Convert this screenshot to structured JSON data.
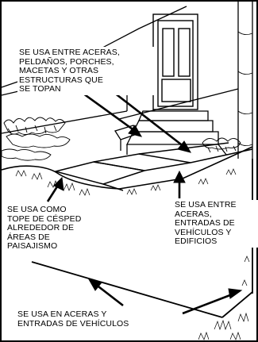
{
  "captions": [
    {
      "text": "SE USA ENTRE ACERAS,\nPELDAÑOS, PORCHES,\nMACETAS Y OTRAS\nESTRUCTURAS QUE\nSE TOPAN"
    },
    {
      "text": "SE USA COMO\nTOPE DE CÉSPED\nALREDEDOR DE\nÁREAS DE\nPAISAJISMO"
    },
    {
      "text": "SE USA ENTRE\nACERAS,\nENTRADAS DE\nVEHÍCULOS Y\nEDIFICIOS"
    },
    {
      "text": "SE USA EN ACERAS Y\nENTRADAS DE VEHÍCULOS"
    }
  ]
}
